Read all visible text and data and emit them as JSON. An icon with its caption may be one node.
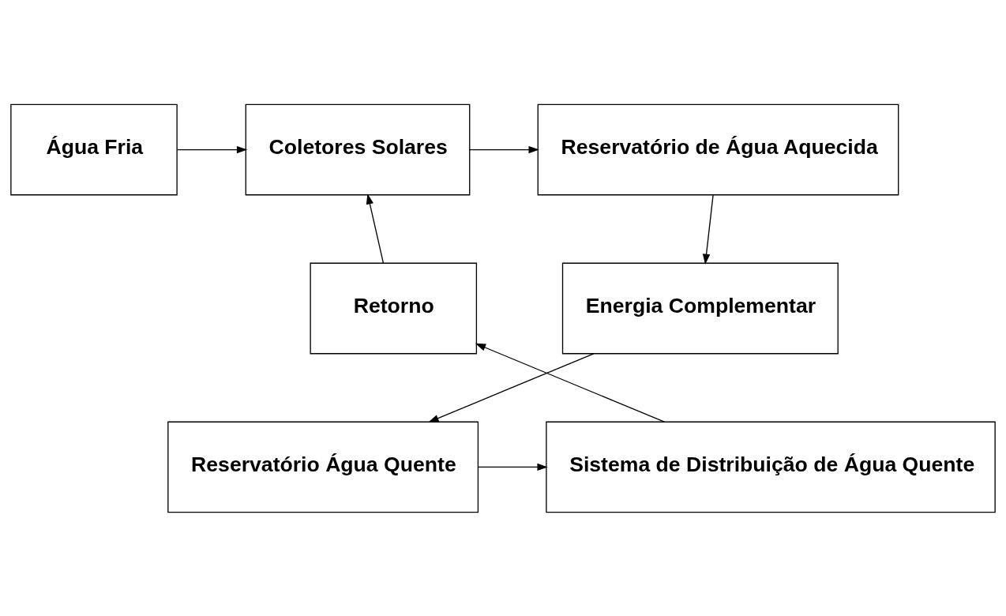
{
  "diagram": {
    "nodes": [
      {
        "text": [
          "Água Fria"
        ]
      },
      {
        "text": [
          "Coletores Solares"
        ]
      },
      {
        "text": [
          "Reservatório de Água Aquecida"
        ]
      },
      {
        "text": [
          "Retorno"
        ]
      },
      {
        "text": [
          "Energia Complementar"
        ]
      },
      {
        "text": [
          "Sistema de Distribuição de Água Quente"
        ]
      },
      {
        "text": [
          "Reservatório Água Quente"
        ]
      }
    ],
    "edges": [
      {
        "from": 0,
        "to": 1,
        "arrow": "to"
      },
      {
        "from": 1,
        "to": 2,
        "arrow": "to"
      },
      {
        "from": 2,
        "to": 4,
        "arrow": "to"
      },
      {
        "from": 4,
        "to": 6,
        "arrow": "to"
      },
      {
        "from": 6,
        "to": 5,
        "arrow": "to"
      },
      {
        "from": 5,
        "to": 3,
        "arrow": "to"
      },
      {
        "from": 3,
        "to": 1,
        "arrow": "to"
      }
    ]
  }
}
